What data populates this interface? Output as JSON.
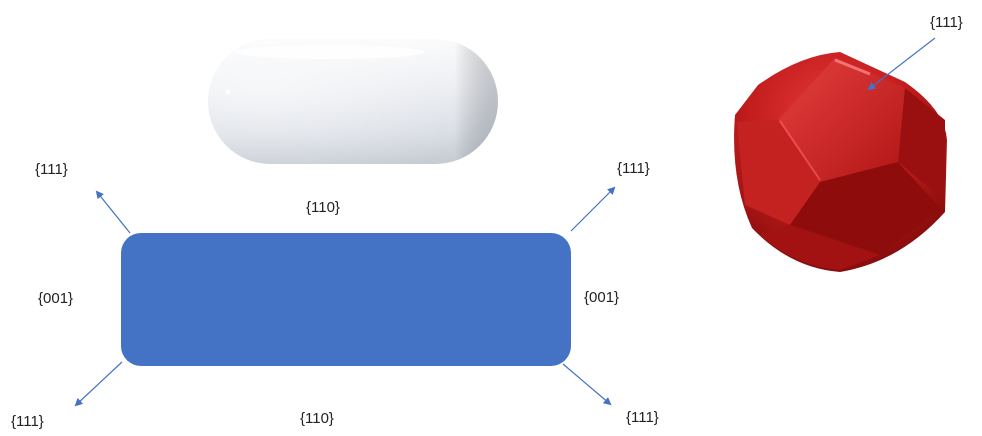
{
  "colors": {
    "rectangle_fill": "#4472C4",
    "arrow": "#4472C4",
    "capsule": "#e9ecf1",
    "dodecahedron": "#b41414"
  },
  "labels": {
    "top_left_111": "{111}",
    "top_right_111": "{111}",
    "top_110": "{110}",
    "left_001": "{001}",
    "right_001": "{001}",
    "bottom_left_111": "{111}",
    "bottom_110": "{110}",
    "bottom_right_111": "{111}",
    "dodecahedron_111": "{111}"
  },
  "shapes": {
    "capsule": "white capsule rod",
    "rectangle": "blue rounded rectangle cross-section",
    "dodecahedron": "red rhombic dodecahedron"
  }
}
